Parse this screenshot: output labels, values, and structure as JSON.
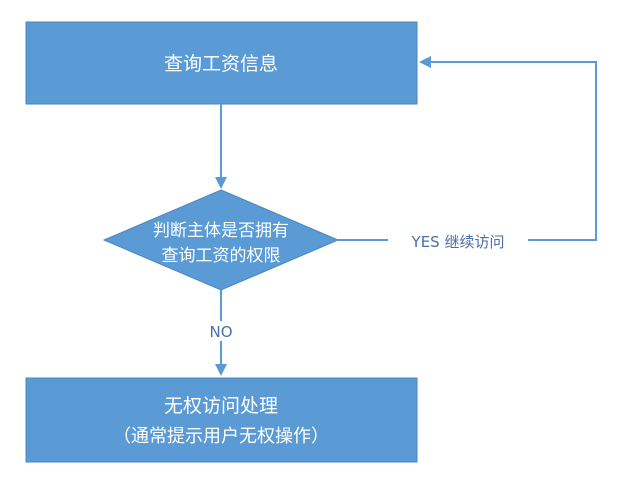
{
  "nodes": {
    "query": {
      "label": "查询工资信息"
    },
    "decision": {
      "line1": "判断主体是否拥有",
      "line2": "查询工资的权限"
    },
    "deny": {
      "line1": "无权访问处理",
      "line2": "（通常提示用户无权操作）"
    }
  },
  "edges": {
    "yes_label": "YES 继续访问",
    "no_label": "NO"
  },
  "colors": {
    "node_fill": "#5b9bd5",
    "node_stroke": "#4a86c0",
    "arrow": "#5b9bd5"
  }
}
